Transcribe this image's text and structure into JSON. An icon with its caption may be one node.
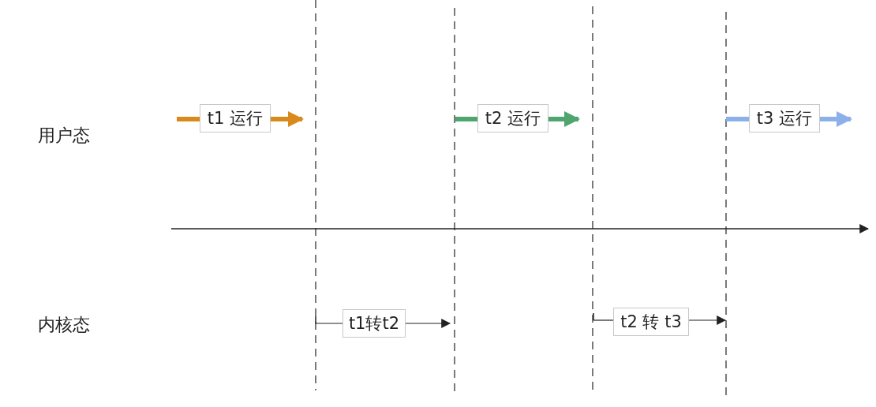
{
  "diagram": {
    "nodes": [
      {
        "text": [
          "t1 运行"
        ]
      },
      {
        "text": [
          "t2 运行"
        ]
      },
      {
        "text": [
          "t3 运行"
        ]
      },
      {
        "text": [
          "t1转t2"
        ]
      },
      {
        "text": [
          "t2 转 t3"
        ]
      }
    ],
    "edges": [
      {
        "from": null,
        "to": 0,
        "arrow": "none",
        "color": "#d98a1c"
      },
      {
        "from": 0,
        "to": null,
        "arrow": "to",
        "color": "#d98a1c"
      },
      {
        "from": null,
        "to": 1,
        "arrow": "none",
        "color": "#4ea56e"
      },
      {
        "from": 1,
        "to": null,
        "arrow": "to",
        "color": "#4ea56e"
      },
      {
        "from": null,
        "to": 2,
        "arrow": "none",
        "color": "#8cb0ea"
      },
      {
        "from": 2,
        "to": null,
        "arrow": "to",
        "color": "#8cb0ea"
      },
      {
        "from": null,
        "to": 3,
        "arrow": "none"
      },
      {
        "from": 3,
        "to": null,
        "arrow": "to"
      },
      {
        "from": null,
        "to": 4,
        "arrow": "none"
      },
      {
        "from": 4,
        "to": null,
        "arrow": "to"
      }
    ],
    "labels": [
      "用户态",
      "内核态"
    ]
  }
}
